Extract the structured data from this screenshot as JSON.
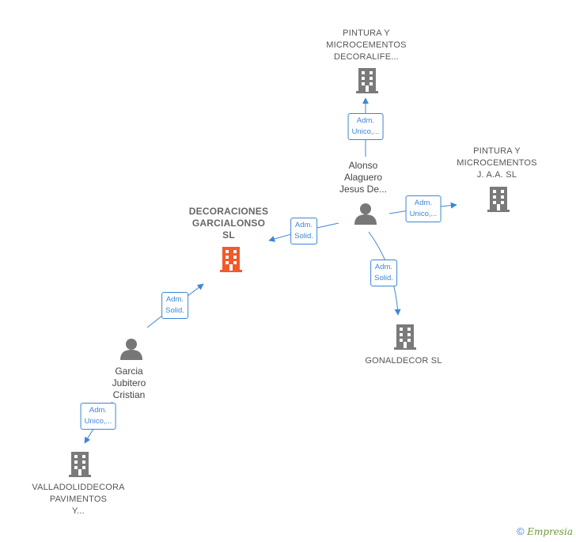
{
  "colors": {
    "edge": "#3d86d4",
    "company": "#7a7a7a",
    "company_main": "#f15a2a",
    "person": "#777777"
  },
  "nodes": {
    "decoraciones": {
      "lines": [
        "DECORACIONES",
        "GARCIALONSO",
        "SL"
      ],
      "icon": "building-icon",
      "main": true
    },
    "pintura_decoralife": {
      "lines": [
        "PINTURA Y",
        "MICROCEMENTOS",
        "DECORALIFE..."
      ],
      "icon": "building-icon"
    },
    "pintura_jaa": {
      "lines": [
        "PINTURA Y",
        "MICROCEMENTOS",
        "J. A.A.  SL"
      ],
      "icon": "building-icon"
    },
    "gonaldecor": {
      "lines": [
        "GONALDECOR SL"
      ],
      "icon": "building-icon"
    },
    "valladolid": {
      "lines": [
        "VALLADOLIDDECORA",
        "PAVIMENTOS",
        "Y..."
      ],
      "icon": "building-icon"
    },
    "alonso": {
      "lines": [
        "Alonso",
        "Alaguero",
        "Jesus De..."
      ],
      "icon": "person-icon"
    },
    "garcia": {
      "lines": [
        "Garcia",
        "Jubitero",
        "Cristian"
      ],
      "icon": "person-icon"
    }
  },
  "edges": {
    "alonso_decoralife": {
      "lines": [
        "Adm.",
        "Unico,..."
      ]
    },
    "alonso_jaa": {
      "lines": [
        "Adm.",
        "Unico,..."
      ]
    },
    "alonso_decoraciones": {
      "lines": [
        "Adm.",
        "Solid."
      ]
    },
    "alonso_gonaldecor": {
      "lines": [
        "Adm.",
        "Solid."
      ]
    },
    "garcia_decoraciones": {
      "lines": [
        "Adm.",
        "Solid."
      ]
    },
    "garcia_valladolid": {
      "lines": [
        "Adm.",
        "Unico,..."
      ]
    }
  },
  "footer": {
    "copyright": "©",
    "brand": "Empresia"
  }
}
